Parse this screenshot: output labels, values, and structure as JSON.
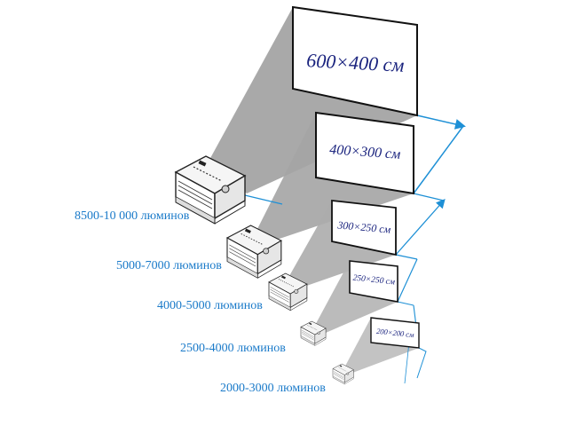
{
  "colors": {
    "label_blue": "#1a7ac9",
    "arrow_blue": "#1e90d6",
    "beam_gray": "#9a9a9a",
    "screen_border": "#111111",
    "screen_text": "#1a237e",
    "projector_line": "#333333"
  },
  "projector_icon": "projector-icon",
  "tiers": [
    {
      "brightness": "8500-10 000 люминов",
      "screen": "600×400 см"
    },
    {
      "brightness": "5000-7000 люминов",
      "screen": "400×300 см"
    },
    {
      "brightness": "4000-5000 люминов",
      "screen": "300×250 см"
    },
    {
      "brightness": "2500-4000 люминов",
      "screen": "250×250 см"
    },
    {
      "brightness": "2000-3000 люминов",
      "screen": "200×200 см"
    }
  ]
}
